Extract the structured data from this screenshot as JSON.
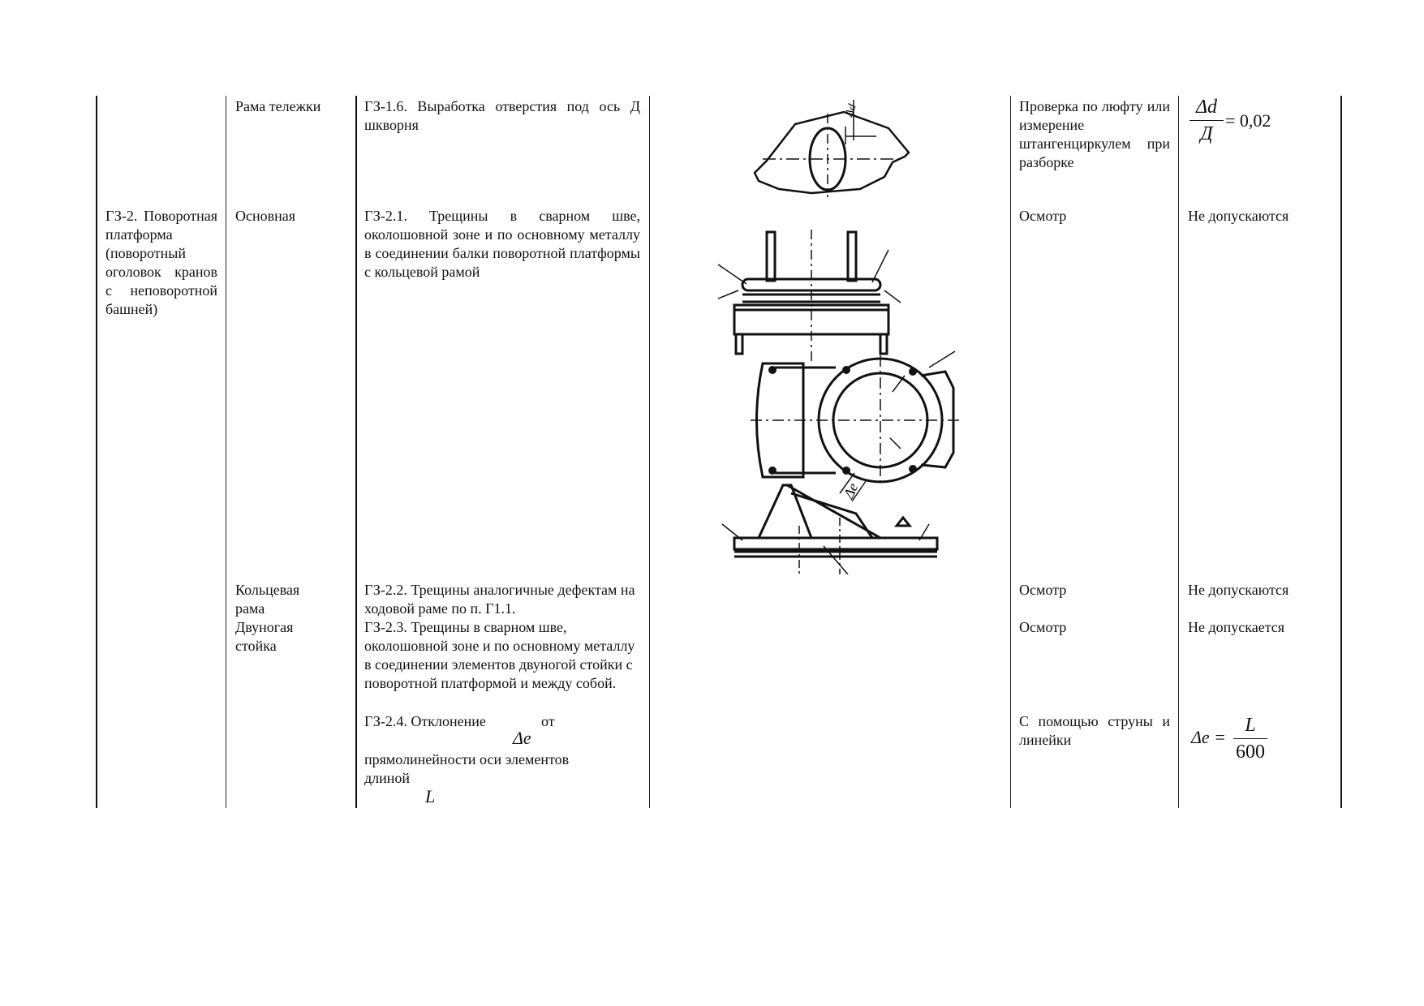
{
  "table": {
    "rows": [
      {
        "node": "",
        "part": "Рама тележки",
        "defect": "ГЗ-1.6. Выработка отверстия под ось Д шкворня",
        "method": "Проверка по люфту или измерение штангенциркулем при разборке",
        "limit": {
          "numerator": "Δd",
          "denominator": "Д",
          "equals": "= 0,02"
        }
      },
      {
        "node": "ГЗ-2. Поворотная платформа (поворотный оголовок кранов с неповоротной башней)",
        "part": "Основная",
        "defect": "ГЗ-2.1. Трещины в сварном шве, околошовной зоне и по основному металлу в соединении балки поворотной платформы с кольцевой рамой",
        "method": "Осмотр",
        "limit_text": "Не допускаются"
      },
      {
        "part": "Кольцевая рама",
        "defect": "ГЗ-2.2. Трещины аналогичные дефектам на ходовой раме по п. Г1.1.",
        "method": "Осмотр",
        "limit_text": "Не допускаются"
      },
      {
        "part": "Двуногая стойка",
        "defect": "ГЗ-2.3. Трещины в сварном шве, околошовной зоне и по основному металлу в соединении элементов двуногой стойки с поворотной платформой и между собой.",
        "method": "Осмотр",
        "limit_text": "Не допускается"
      },
      {
        "defect_line1": "ГЗ-2.4. Отклонение",
        "defect_from": "от",
        "defect_symbol": "Δe",
        "defect_line2": "прямолинейности оси элементов",
        "defect_line3": "длиной",
        "defect_symbol2": "L",
        "method": "С помощью струны и линейки",
        "limit": {
          "lhs": "Δe =",
          "numerator": "L",
          "denominator": "600"
        }
      }
    ]
  },
  "figure_labels": {
    "top_label": "Δd",
    "bottom_label": "Δe"
  }
}
